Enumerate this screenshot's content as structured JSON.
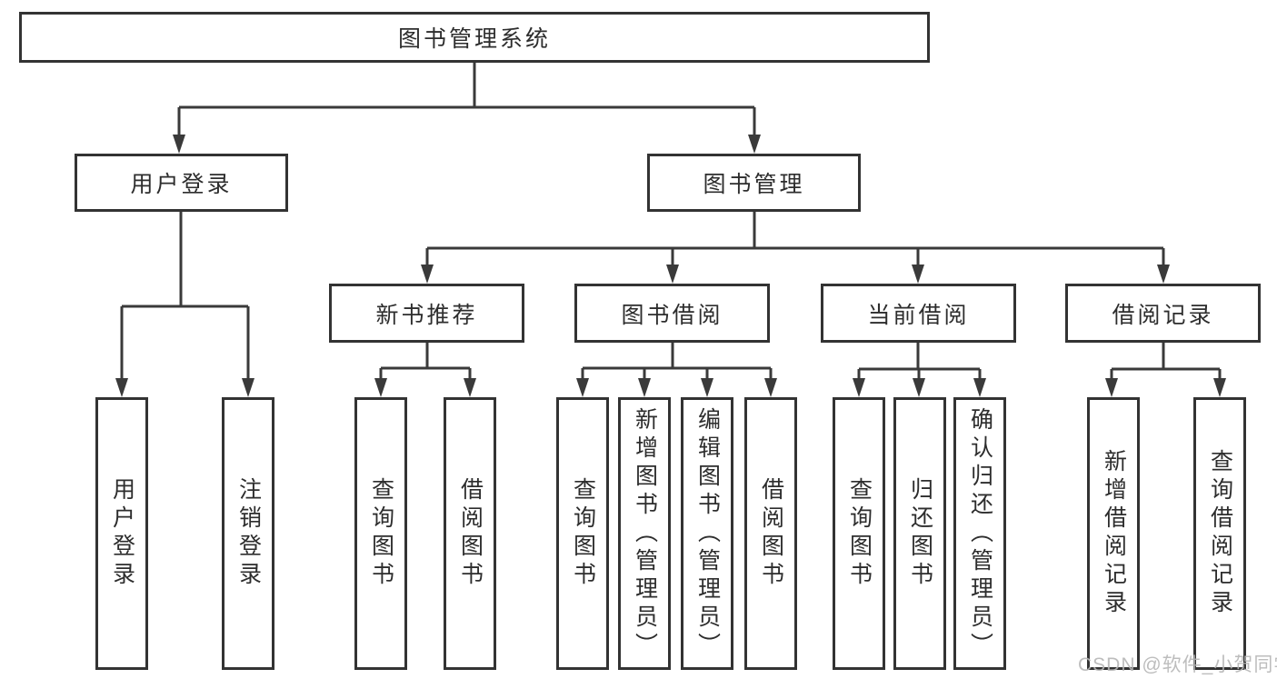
{
  "title": "图书管理系统",
  "colors": {
    "line": "#3a3a3a",
    "box_border": "#333333",
    "text": "#2d2d2d",
    "watermark": "#b6b6b6",
    "background": "#ffffff"
  },
  "watermark": "CSDN @软件_小贺同学",
  "tree": {
    "root": {
      "label": "图书管理系统",
      "children": [
        {
          "label": "用户登录",
          "children": [
            {
              "label": "用户登录"
            },
            {
              "label": "注销登录"
            }
          ]
        },
        {
          "label": "图书管理",
          "children": [
            {
              "label": "新书推荐",
              "children": [
                {
                  "label": "查询图书"
                },
                {
                  "label": "借阅图书"
                }
              ]
            },
            {
              "label": "图书借阅",
              "children": [
                {
                  "label": "查询图书"
                },
                {
                  "label": "新增图书（管理员）"
                },
                {
                  "label": "编辑图书（管理员）"
                },
                {
                  "label": "借阅图书"
                }
              ]
            },
            {
              "label": "当前借阅",
              "children": [
                {
                  "label": "查询图书"
                },
                {
                  "label": "归还图书"
                },
                {
                  "label": "确认归还（管理员）"
                }
              ]
            },
            {
              "label": "借阅记录",
              "children": [
                {
                  "label": "新增借阅记录"
                },
                {
                  "label": "查询借阅记录"
                }
              ]
            }
          ]
        }
      ]
    }
  }
}
